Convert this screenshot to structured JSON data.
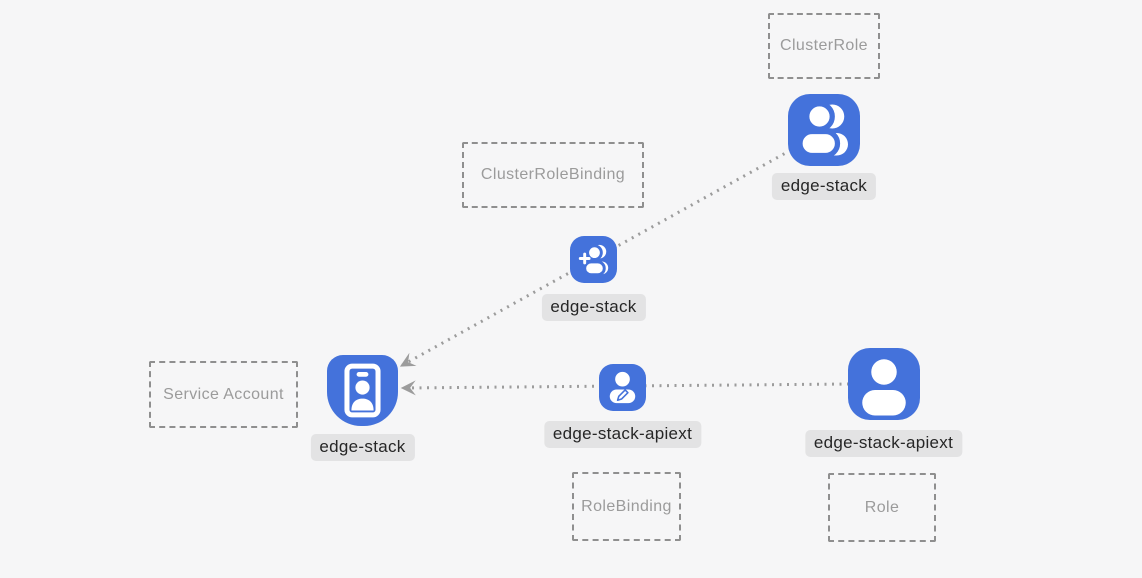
{
  "diagram": {
    "title": "kubernetes-rbac-diagram",
    "type_boxes": [
      {
        "label": "ClusterRole"
      },
      {
        "label": "ClusterRoleBinding"
      },
      {
        "label": "Service Account"
      },
      {
        "label": "RoleBinding"
      },
      {
        "label": "Role"
      }
    ],
    "nodes": [
      {
        "label": "edge-stack",
        "icon": "users-icon",
        "kind": "ClusterRole"
      },
      {
        "label": "edge-stack",
        "icon": "user-plus-icon",
        "kind": "ClusterRoleBinding"
      },
      {
        "label": "edge-stack",
        "icon": "id-badge-icon",
        "kind": "Service Account"
      },
      {
        "label": "edge-stack-apiext",
        "icon": "user-edit-icon",
        "kind": "RoleBinding"
      },
      {
        "label": "edge-stack-apiext",
        "icon": "user-icon",
        "kind": "Role"
      }
    ],
    "connections": [
      {
        "from": "edge-stack (ClusterRole)",
        "via": "edge-stack (ClusterRoleBinding)",
        "to": "edge-stack (Service Account)",
        "style": "dotted",
        "arrow": "into-service-account"
      },
      {
        "from": "edge-stack-apiext (Role)",
        "via": "edge-stack-apiext (RoleBinding)",
        "to": "edge-stack (Service Account)",
        "style": "dotted",
        "arrow": "into-service-account"
      }
    ],
    "colors": {
      "background": "#f6f6f7",
      "node_blue": "#4472db",
      "chip_bg": "#e3e3e4",
      "chip_text": "#262626",
      "box_border": "#8f8f8f",
      "box_label": "#9b9b9b",
      "line": "#9c9c9c"
    }
  }
}
